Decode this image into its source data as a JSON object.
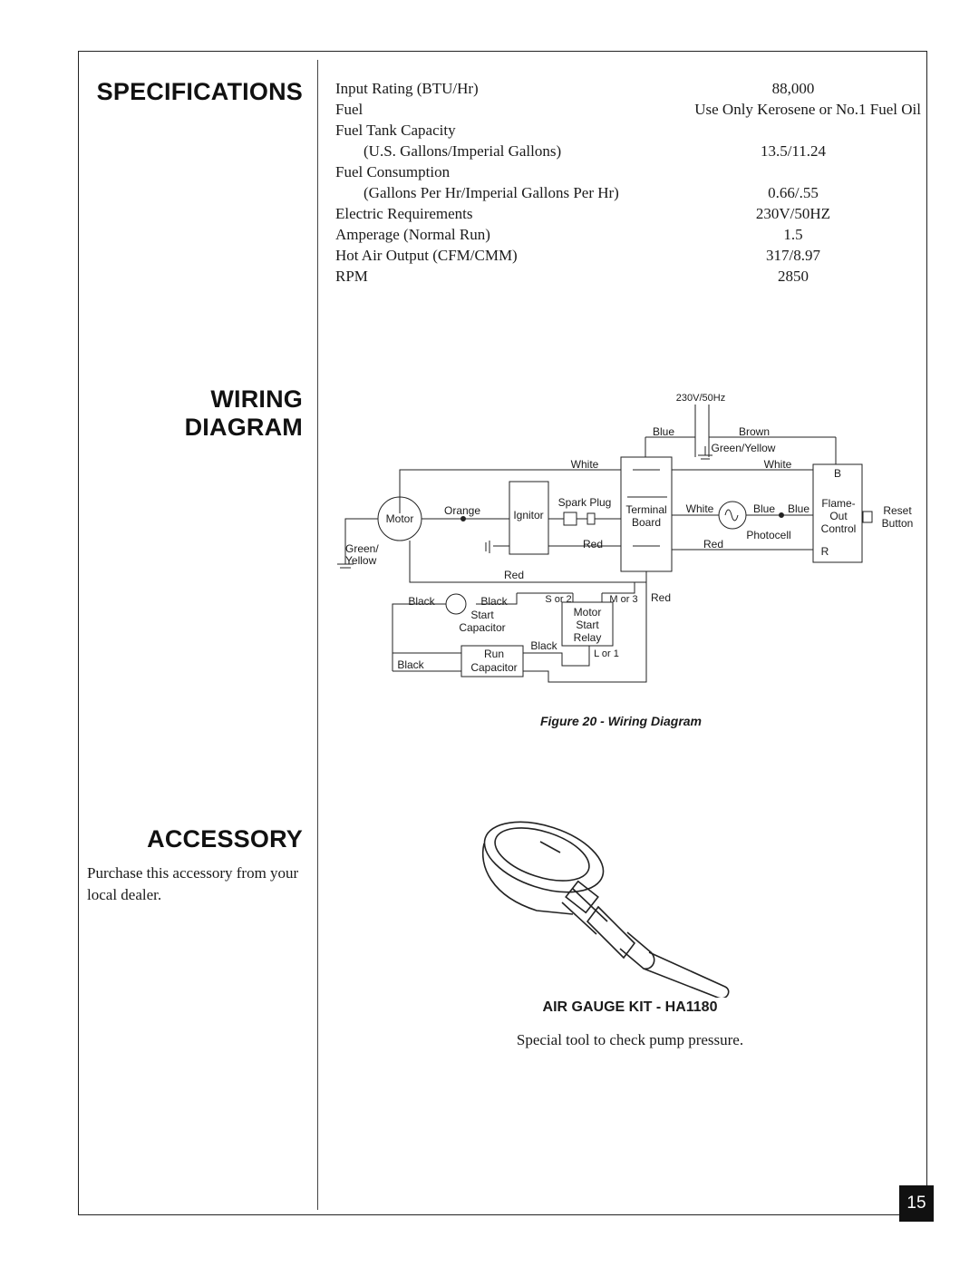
{
  "headings": {
    "specifications": "SPECIFICATIONS",
    "wiring_line1": "WIRING",
    "wiring_line2": "DIAGRAM",
    "accessory": "ACCESSORY"
  },
  "specifications": [
    {
      "label": "Input Rating (BTU/Hr)",
      "value": "88,000"
    },
    {
      "label": "Fuel",
      "value": "Use Only Kerosene or No.1 Fuel Oil"
    },
    {
      "label": "Fuel Tank Capacity",
      "value": ""
    },
    {
      "label": "(U.S. Gallons/Imperial Gallons)",
      "value": "13.5/11.24"
    },
    {
      "label": "Fuel Consumption",
      "value": ""
    },
    {
      "label": "(Gallons Per Hr/Imperial Gallons Per Hr)",
      "value": "0.66/.55"
    },
    {
      "label": "Electric Requirements",
      "value": "230V/50HZ"
    },
    {
      "label": "Amperage (Normal Run)",
      "value": "1.5"
    },
    {
      "label": "Hot Air Output (CFM/CMM)",
      "value": "317/8.97"
    },
    {
      "label": "RPM",
      "value": "2850"
    }
  ],
  "wiring_diagram": {
    "caption": "Figure 20 - Wiring Diagram",
    "labels": {
      "power": "230V/50Hz",
      "blue_top": "Blue",
      "brown": "Brown",
      "green_yellow_top": "Green/Yellow",
      "white_left": "White",
      "white_right": "White",
      "b": "B",
      "motor": "Motor",
      "orange": "Orange",
      "ignitor": "Ignitor",
      "spark_plug": "Spark Plug",
      "terminal": "Terminal",
      "board": "Board",
      "white_mid": "White",
      "blue_mid1": "Blue",
      "blue_mid2": "Blue",
      "flame": "Flame-",
      "out": "Out",
      "control": "Control",
      "reset": "Reset",
      "button": "Button",
      "photocell": "Photocell",
      "red_left": "Red",
      "red_right": "Red",
      "r": "R",
      "green_slash": "Green/",
      "yellow": "Yellow",
      "red_mid": "Red",
      "black1": "Black",
      "black2": "Black",
      "s_or_2": "S or 2",
      "m_or_3": "M or 3",
      "red_relay": "Red",
      "start": "Start",
      "capacitor_start": "Capacitor",
      "motor_relay": "Motor",
      "start_relay": "Start",
      "relay": "Relay",
      "black3": "Black",
      "run": "Run",
      "l_or_1": "L or 1",
      "black4": "Black",
      "capacitor_run": "Capacitor"
    }
  },
  "accessory": {
    "text": "Purchase this accessory from your local dealer.",
    "kit_title": "AIR GAUGE KIT - HA1180",
    "kit_desc": "Special tool to check pump pressure."
  },
  "page_number": "15"
}
